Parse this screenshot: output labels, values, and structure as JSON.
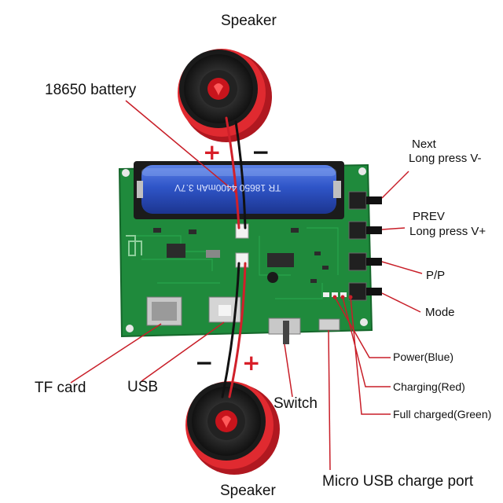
{
  "labels": {
    "speaker_top": "Speaker",
    "speaker_bottom": "Speaker",
    "battery": "18650 battery",
    "next": "Next",
    "next_long": "Long press V-",
    "prev": "PREV",
    "prev_long": "Long press V+",
    "pp": "P/P",
    "mode": "Mode",
    "power": "Power(Blue)",
    "charging": "Charging(Red)",
    "full": "Full charged(Green)",
    "tf_card": "TF card",
    "usb": "USB",
    "switch": "Switch",
    "micro_usb": "Micro USB charge port"
  },
  "signs": {
    "top_plus": "+",
    "top_minus": "−",
    "bottom_minus": "−",
    "bottom_plus": "+"
  },
  "battery_print": "TR 18650 4400mAh 3.7V",
  "colors": {
    "pcb": "#1f8a3c",
    "battery": "#2f55c8",
    "speaker_rim": "#d0202a",
    "sign_red": "#d81e28",
    "leader_red": "#c81e28"
  }
}
